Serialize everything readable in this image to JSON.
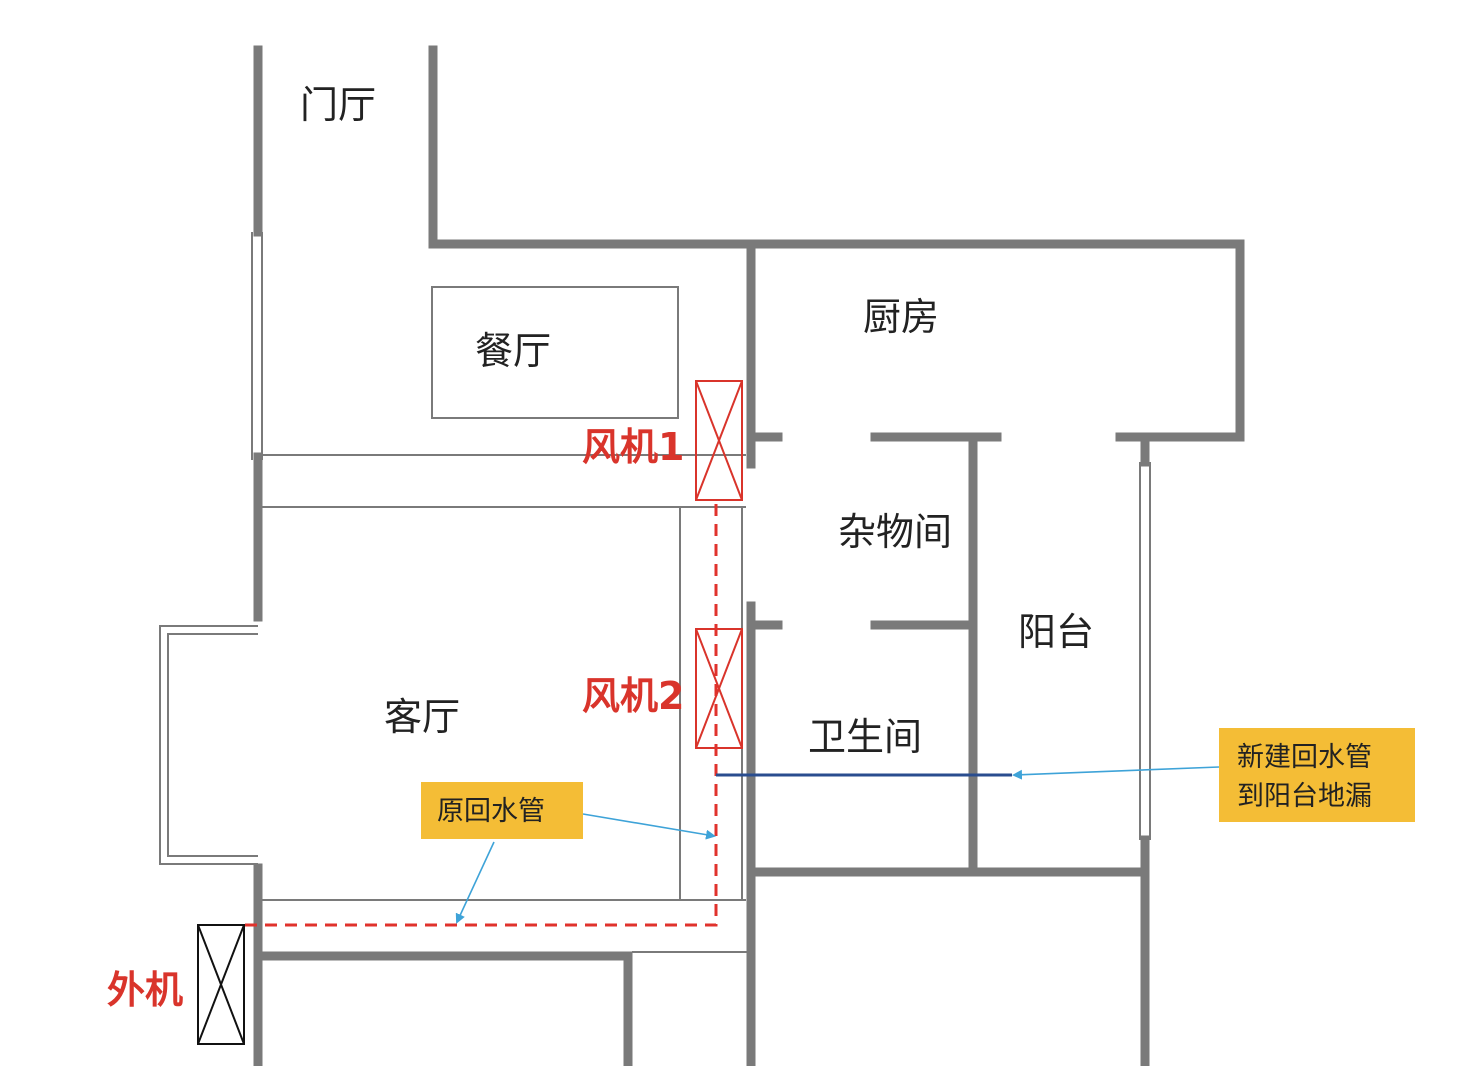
{
  "rooms": {
    "foyer": "门厅",
    "dining": "餐厅",
    "kitchen": "厨房",
    "storage": "杂物间",
    "balcony": "阳台",
    "living": "客厅",
    "bathroom": "卫生间"
  },
  "units": {
    "fan1": "风机1",
    "fan2": "风机2",
    "outdoor": "外机"
  },
  "notes": {
    "old_pipe": "原回水管",
    "new_pipe_line1": "新建回水管",
    "new_pipe_line2": "到阳台地漏"
  },
  "colors": {
    "wall": "#7a7a7a",
    "unit_label": "#d9342b",
    "note_box": "#f4bd36",
    "old_pipe": "#e0322c",
    "new_pipe": "#2a4d8f",
    "arrow": "#3ea3d8"
  }
}
